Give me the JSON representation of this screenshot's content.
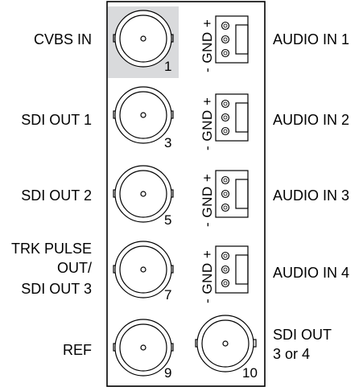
{
  "left_labels": {
    "cvbs_in": "CVBS IN",
    "sdi_out_1": "SDI OUT 1",
    "sdi_out_2": "SDI OUT 2",
    "trk_line1": "TRK PULSE",
    "trk_line2": "OUT/",
    "trk_line3": "SDI OUT 3",
    "ref": "REF"
  },
  "right_labels": {
    "audio_in_1": "AUDIO IN 1",
    "audio_in_2": "AUDIO IN 2",
    "audio_in_3": "AUDIO IN 3",
    "audio_in_4": "AUDIO IN 4",
    "sdi_out_line1": "SDI OUT",
    "sdi_out_line2": "3 or 4"
  },
  "connector_numbers": [
    "1",
    "3",
    "5",
    "7",
    "9",
    "10"
  ],
  "terminal_label": "- GND +",
  "colors": {
    "highlight": "#d9dadc",
    "stroke": "#000000"
  }
}
